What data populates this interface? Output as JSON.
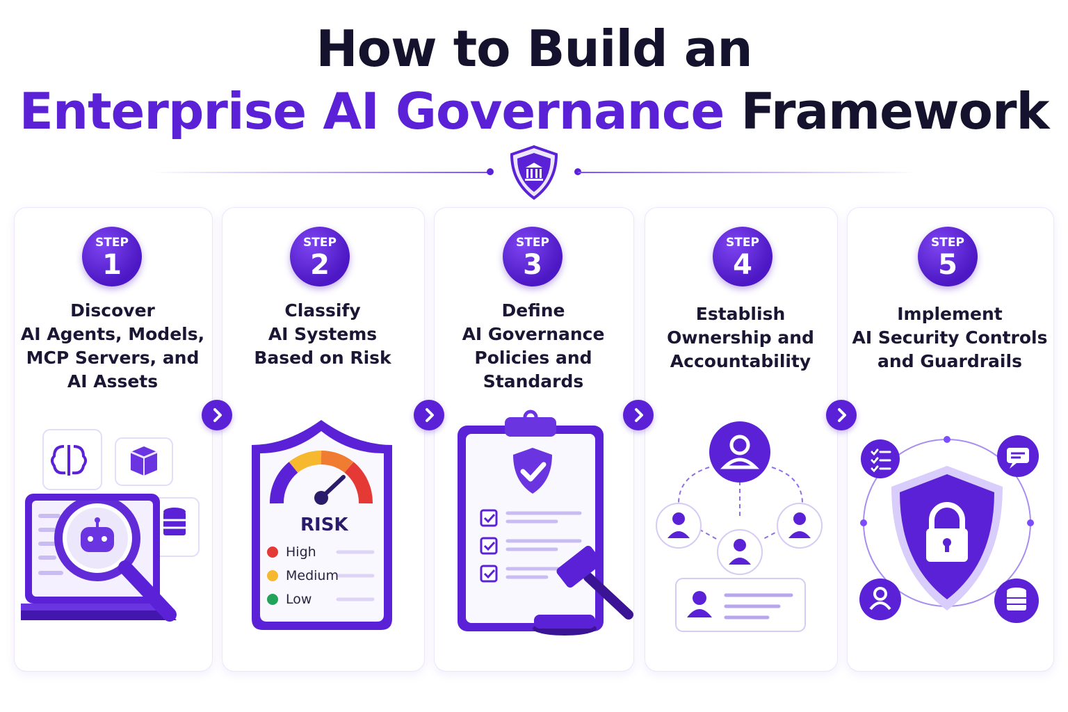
{
  "title": {
    "line1": "How to Build an",
    "line2_accent": "Enterprise AI Governance",
    "line2_rest": "Framework"
  },
  "colors": {
    "accent": "#5b21d6",
    "accent_light": "#ede7fb",
    "dark": "#15122e",
    "high": "#e53935",
    "medium": "#f5b82e",
    "low": "#22a35a"
  },
  "steps": [
    {
      "step_label": "STEP",
      "number": "1",
      "lines": [
        "Discover",
        "AI Agents, Models,",
        "MCP Servers, and",
        "AI Assets"
      ],
      "icon": "magnifier-laptop-icon"
    },
    {
      "step_label": "STEP",
      "number": "2",
      "lines": [
        "Classify",
        "AI Systems",
        "Based on Risk"
      ],
      "icon": "risk-gauge-icon"
    },
    {
      "step_label": "STEP",
      "number": "3",
      "lines": [
        "Define",
        "AI Governance",
        "Policies and",
        "Standards"
      ],
      "icon": "clipboard-gavel-icon"
    },
    {
      "step_label": "STEP",
      "number": "4",
      "lines": [
        "Establish",
        "Ownership and",
        "Accountability"
      ],
      "icon": "org-chart-icon"
    },
    {
      "step_label": "STEP",
      "number": "5",
      "lines": [
        "Implement",
        "AI Security Controls",
        "and Guardrails"
      ],
      "icon": "shield-lock-icon"
    }
  ],
  "risk": {
    "label": "RISK",
    "levels": [
      "High",
      "Medium",
      "Low"
    ]
  }
}
